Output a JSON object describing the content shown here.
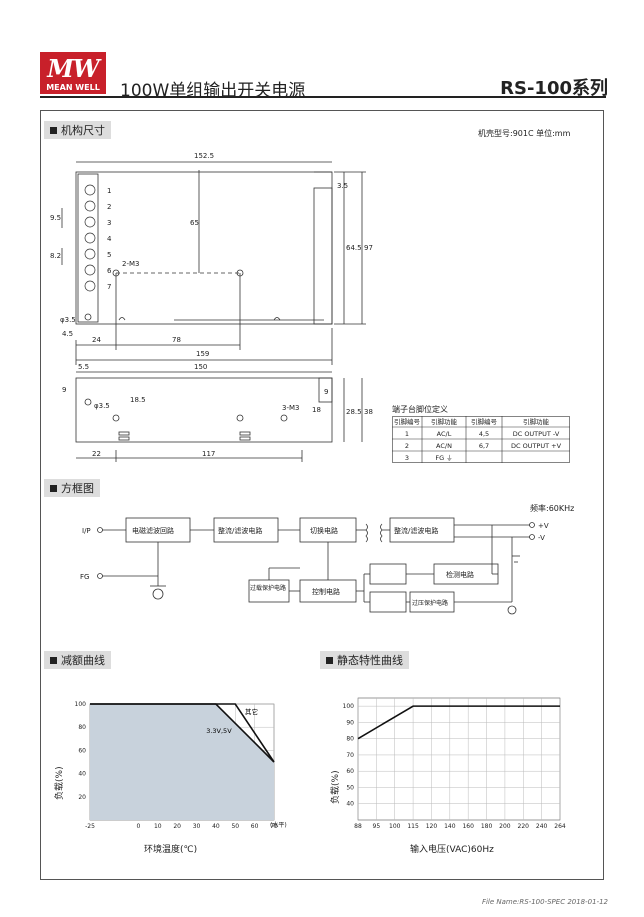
{
  "header": {
    "logo_mark": "MW",
    "logo_text": "MEAN WELL",
    "title": "100W单组输出开关电源",
    "model": "RS-100系列"
  },
  "sections": {
    "mechanical": "机构尺寸",
    "case_note": "机壳型号:901C  单位:mm",
    "block": "方框图",
    "freq": "频率:60KHz",
    "derating": "减额曲线",
    "static": "静态特性曲线"
  },
  "mech_dims": {
    "top": [
      "152.5",
      "65",
      "3.5",
      "64.5",
      "97",
      "9.5",
      "8.2",
      "2-M3",
      "φ3.5",
      "4.5",
      "24",
      "78",
      "159"
    ],
    "side": [
      "5.5",
      "150",
      "9",
      "φ3.5",
      "18.5",
      "3-M3",
      "18",
      "9",
      "28.5",
      "38",
      "22",
      "117"
    ],
    "terminals": [
      "1",
      "2",
      "3",
      "4",
      "5",
      "6",
      "7"
    ]
  },
  "terminal_table": {
    "title": "端子台脚位定义",
    "headers": [
      "引脚编号",
      "引脚功能",
      "引脚编号",
      "引脚功能"
    ],
    "rows": [
      [
        "1",
        "AC/L",
        "4,5",
        "DC OUTPUT -V"
      ],
      [
        "2",
        "AC/N",
        "6,7",
        "DC OUTPUT +V"
      ],
      [
        "3",
        "FG ⏚",
        "",
        ""
      ]
    ]
  },
  "block_diagram": {
    "ip": "I/P",
    "fg": "FG",
    "emi": "电磁滤波回路",
    "rect1": "整流/滤波电路",
    "switch": "切换电路",
    "rect2": "整流/滤波电路",
    "olp": "过载保护电路",
    "ctrl": "控制电路",
    "detect": "检测电路",
    "ovp": "过压保护电路",
    "vplus": "+V",
    "vminus": "-V"
  },
  "chart_data": [
    {
      "type": "area",
      "name": "derating",
      "xlabel": "环境温度(℃)",
      "ylabel": "负载(%)",
      "x_ticks": [
        "-25",
        "0",
        "10",
        "20",
        "30",
        "40",
        "50",
        "60",
        "70"
      ],
      "x_unit": "(水平)",
      "y_ticks": [
        "20",
        "40",
        "60",
        "80",
        "100"
      ],
      "xlim": [
        -25,
        70
      ],
      "ylim": [
        0,
        100
      ],
      "series": [
        {
          "name": "其它",
          "x": [
            -25,
            50,
            70
          ],
          "y": [
            100,
            100,
            50
          ]
        },
        {
          "name": "3.3V,5V",
          "x": [
            -25,
            40,
            70
          ],
          "y": [
            100,
            100,
            50
          ]
        }
      ]
    },
    {
      "type": "line",
      "name": "static",
      "xlabel": "输入电压(VAC)60Hz",
      "ylabel": "负载(%)",
      "x_ticks": [
        "88",
        "95",
        "100",
        "115",
        "120",
        "140",
        "160",
        "180",
        "200",
        "220",
        "240",
        "264"
      ],
      "y_ticks": [
        "40",
        "50",
        "60",
        "70",
        "80",
        "90",
        "100"
      ],
      "ylim": [
        30,
        105
      ],
      "series": [
        {
          "x": [
            88,
            115,
            264
          ],
          "y": [
            80,
            100,
            100
          ]
        }
      ]
    }
  ],
  "footer": "File Name:RS-100-SPEC   2018-01-12"
}
